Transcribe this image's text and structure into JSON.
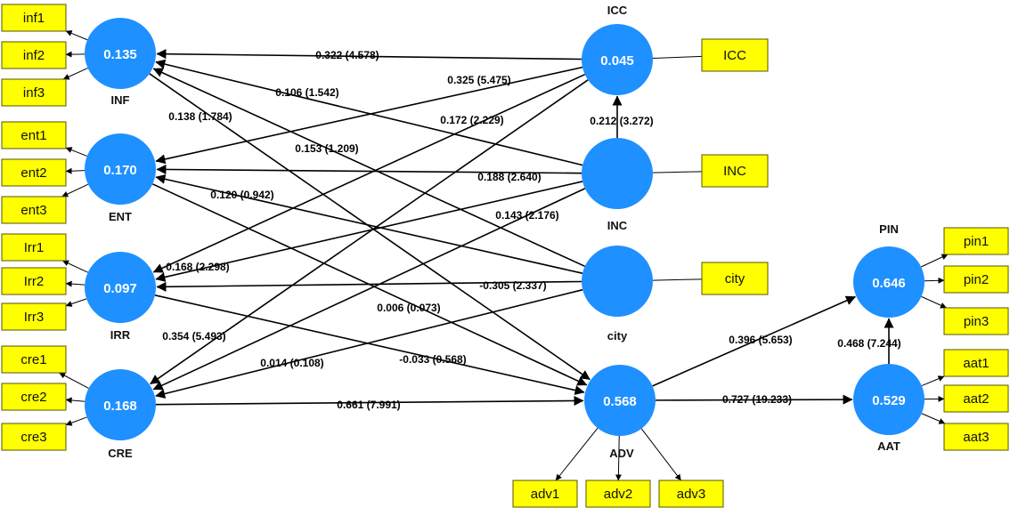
{
  "colors": {
    "construct": "#1e90ff",
    "indicator": "#ffff00",
    "line": "#000000"
  },
  "constructs": {
    "INF": {
      "name": "INF",
      "r2": "0.135",
      "indicators": [
        "inf1",
        "inf2",
        "inf3"
      ]
    },
    "ENT": {
      "name": "ENT",
      "r2": "0.170",
      "indicators": [
        "ent1",
        "ent2",
        "ent3"
      ]
    },
    "IRR": {
      "name": "IRR",
      "r2": "0.097",
      "indicators": [
        "Irr1",
        "Irr2",
        "Irr3"
      ]
    },
    "CRE": {
      "name": "CRE",
      "r2": "0.168",
      "indicators": [
        "cre1",
        "cre2",
        "cre3"
      ]
    },
    "ICC": {
      "name": "ICC",
      "r2": "0.045",
      "indicators": [
        "ICC"
      ]
    },
    "INC": {
      "name": "INC",
      "r2": "",
      "indicators": [
        "INC"
      ]
    },
    "city": {
      "name": "city",
      "r2": "",
      "indicators": [
        "city"
      ]
    },
    "ADV": {
      "name": "ADV",
      "r2": "0.568",
      "indicators": [
        "adv1",
        "adv2",
        "adv3"
      ]
    },
    "PIN": {
      "name": "PIN",
      "r2": "0.646",
      "indicators": [
        "pin1",
        "pin2",
        "pin3"
      ]
    },
    "AAT": {
      "name": "AAT",
      "r2": "0.529",
      "indicators": [
        "aat1",
        "aat2",
        "aat3"
      ]
    }
  },
  "paths": [
    {
      "from": "ICC",
      "to": "INF",
      "label": "0.322 (4.578)"
    },
    {
      "from": "ICC",
      "to": "ENT",
      "label": "0.325 (5.475)"
    },
    {
      "from": "ICC",
      "to": "CRE",
      "label": "0.172 (2.229)"
    },
    {
      "from": "INC",
      "to": "ICC",
      "label": "0.212 (3.272)"
    },
    {
      "from": "INC",
      "to": "INF",
      "label": "0.106 (1.542)"
    },
    {
      "from": "INC",
      "to": "ENT",
      "label": "0.188 (2.640)"
    },
    {
      "from": "INC",
      "to": "IRR",
      "label": "0.168 (2.298)"
    },
    {
      "from": "INC",
      "to": "CRE",
      "label": "0.143 (2.176)"
    },
    {
      "from": "city",
      "to": "INF",
      "label": "0.153 (1.209)"
    },
    {
      "from": "city",
      "to": "ENT",
      "label": "0.120 (0.942)"
    },
    {
      "from": "city",
      "to": "IRR",
      "label": "-0.305 (2.337)"
    },
    {
      "from": "city",
      "to": "CRE",
      "label": "0.014 (0.108)"
    },
    {
      "from": "ICC",
      "to": "IRR",
      "label": "0.354 (5.493)"
    },
    {
      "from": "INF",
      "to": "ADV",
      "label": "0.138 (1.784)"
    },
    {
      "from": "ENT",
      "to": "ADV",
      "label": "0.006 (0.073)"
    },
    {
      "from": "IRR",
      "to": "ADV",
      "label": "-0.033 (0.568)"
    },
    {
      "from": "CRE",
      "to": "ADV",
      "label": "0.661 (7.991)"
    },
    {
      "from": "ADV",
      "to": "PIN",
      "label": "0.396 (5.653)"
    },
    {
      "from": "ADV",
      "to": "AAT",
      "label": "0.727 (19.233)"
    },
    {
      "from": "AAT",
      "to": "PIN",
      "label": "0.468 (7.244)"
    }
  ]
}
